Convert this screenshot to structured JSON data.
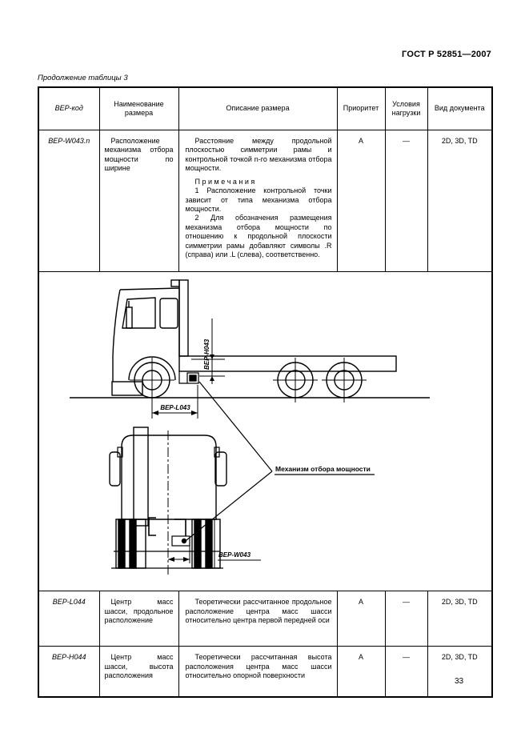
{
  "page": {
    "header_right": "ГОСТ Р 52851—2007",
    "table_caption": "Продолжение таблицы 3",
    "page_number": "33"
  },
  "table": {
    "columns": [
      "ВЕР-код",
      "Наименование размера",
      "Описание размера",
      "Приоритет",
      "Условия нагрузки",
      "Вид документа"
    ],
    "rows": [
      {
        "code": "ВЕР-W043.n",
        "name": "Расположение механизма отбора мощности по ширине",
        "desc": "Расстояние между продольной плоскостью симметрии рамы и контрольной точкой n-го механизма отбора мощности.",
        "notes_title": "П р и м е ч а н и я",
        "note1": "1 Расположение контрольной точки зависит от типа механизма отбора мощности.",
        "note2": "2 Для обозначения размещения механизма отбора мощности по отношению к продольной плоскости симметрии рамы добавляют символы .R (справа) или .L (слева), соответственно.",
        "priority": "А",
        "load": "—",
        "doc": "2D, 3D, TD"
      },
      {
        "code": "ВЕР-L044",
        "name": "Центр масс шасси, продольное расположение",
        "desc": "Теоретически рассчитанное продольное расположение центра масс шасси относительно центра первой передней оси",
        "priority": "А",
        "load": "—",
        "doc": "2D, 3D, TD"
      },
      {
        "code": "ВЕР-Н044",
        "name": "Центр масс шасси, высота расположения",
        "desc": "Теоретически рассчитанная высота расположения центра масс шасси относительно опорной поверхности",
        "priority": "А",
        "load": "—",
        "doc": "2D, 3D, TD"
      }
    ]
  },
  "drawing": {
    "h_label": "BEP-H043",
    "l_label": "BEP-L043",
    "w_label": "BEP-W043",
    "callout": "Механизм отбора мощности"
  }
}
